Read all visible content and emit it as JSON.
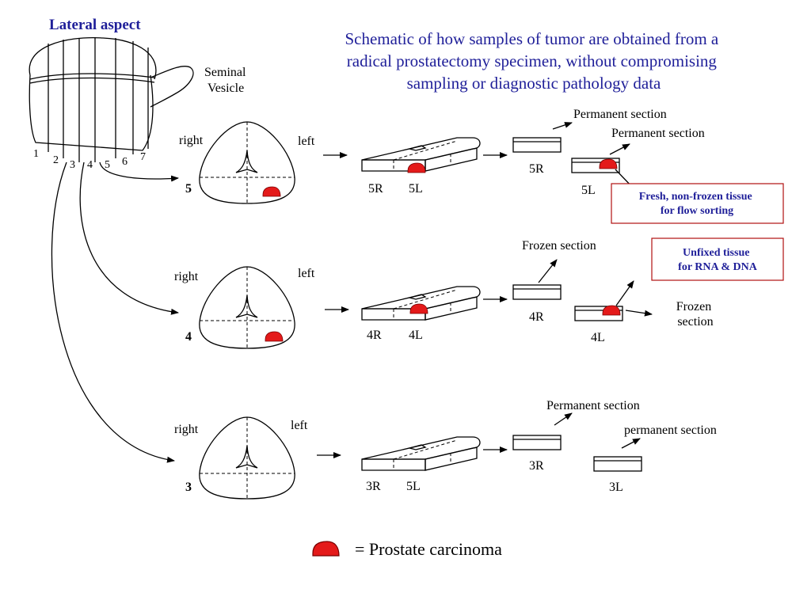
{
  "lateral_title": "Lateral aspect",
  "seminal_vesicle_label": [
    "Seminal",
    "Vesicle"
  ],
  "slice_numbers": [
    "1",
    "2",
    "3",
    "4",
    "5",
    "6",
    "7"
  ],
  "schematic_title": [
    "Schematic of how samples of tumor are obtained from a",
    "radical prostatectomy specimen, without compromising",
    "sampling or diagnostic pathology data"
  ],
  "side_labels": {
    "right": "right",
    "left": "left"
  },
  "rows": [
    {
      "number": "5",
      "block_labels": [
        "5R",
        "5L"
      ],
      "left_piece_label": "5R",
      "right_piece_label": "5L",
      "annotation_1": "Permanent section",
      "annotation_2": "Permanent section"
    },
    {
      "number": "4",
      "block_labels": [
        "4R",
        "4L"
      ],
      "left_piece_label": "4R",
      "right_piece_label": "4L",
      "annotation_1": "Frozen section",
      "annotation_2": [
        "Frozen",
        "section"
      ]
    },
    {
      "number": "3",
      "block_labels": [
        "3R",
        "5L"
      ],
      "left_piece_label": "3R",
      "right_piece_label": "3L",
      "annotation_1": "Permanent section",
      "annotation_2": "permanent section"
    }
  ],
  "callout_fresh": [
    "Fresh, non-frozen tissue",
    "for flow sorting"
  ],
  "callout_unfixed": [
    "Unfixed tissue",
    "for RNA & DNA"
  ],
  "legend_text": "=  Prostate carcinoma",
  "colors": {
    "title": "#1f1f99",
    "tumor": "#e41a1a",
    "callout_border": "#b01010"
  }
}
